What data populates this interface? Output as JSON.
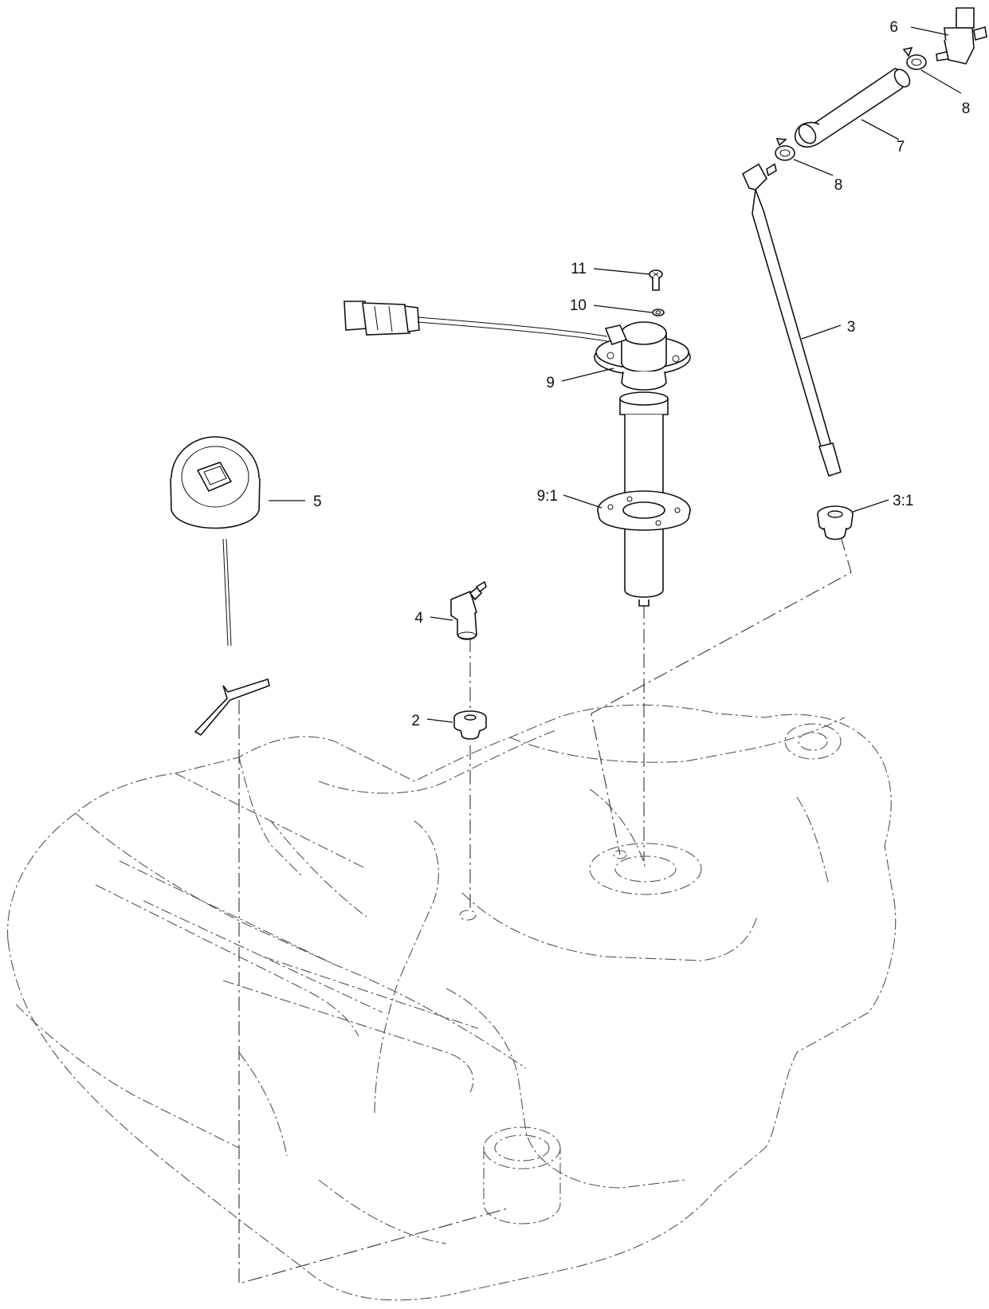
{
  "callouts": {
    "c11": "11",
    "c10": "10",
    "c9": "9",
    "c9_1": "9:1",
    "c8a": "8",
    "c8b": "8",
    "c7": "7",
    "c6": "6",
    "c5": "5",
    "c4": "4",
    "c3": "3",
    "c3_1": "3:1",
    "c2": "2"
  }
}
